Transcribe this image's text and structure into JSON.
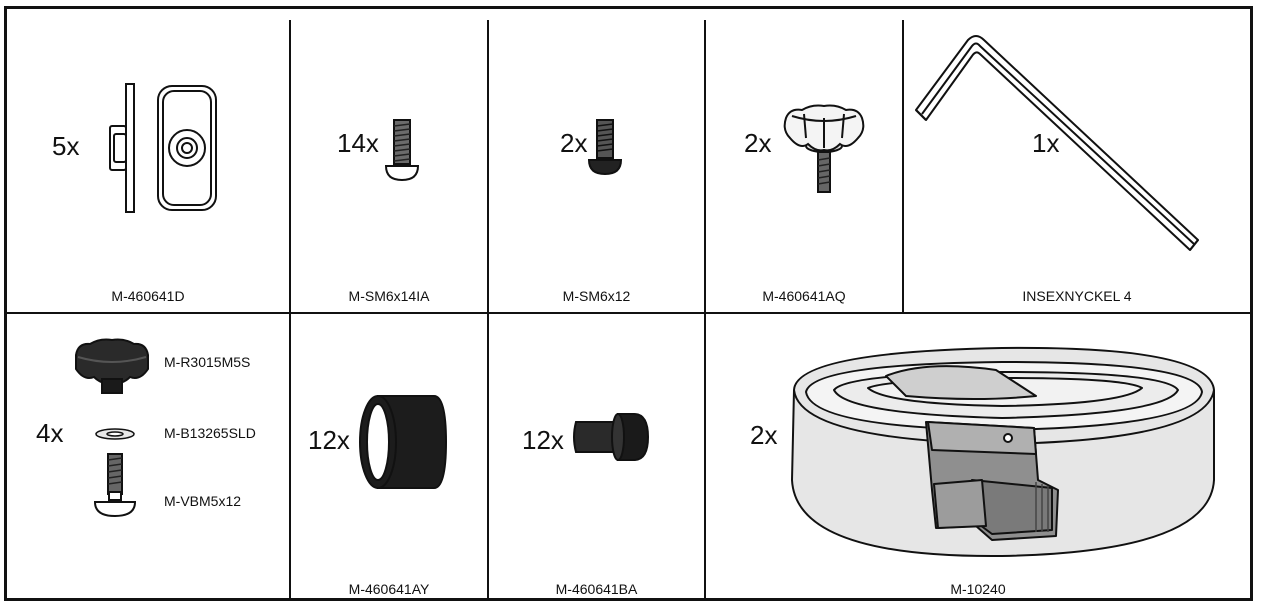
{
  "sheet": {
    "top": [
      {
        "qty": "5x",
        "code": "M-460641D",
        "icon": "t-slot-nut-plate-icon"
      },
      {
        "qty": "14x",
        "code": "M-SM6x14IA",
        "icon": "button-head-screw-icon"
      },
      {
        "qty": "2x",
        "code": "M-SM6x12",
        "icon": "button-head-screw-black-icon"
      },
      {
        "qty": "2x",
        "code": "M-460641AQ",
        "icon": "star-knob-screw-icon"
      },
      {
        "qty": "1x",
        "code": "INSEXNYCKEL 4",
        "icon": "hex-key-icon"
      }
    ],
    "bottom": [
      {
        "qty": "4x",
        "icon": "knob-washer-bolt-set-icon",
        "parts": [
          {
            "code": "M-R3015M5S",
            "icon": "star-knob-nut-icon"
          },
          {
            "code": "M-B13265SLD",
            "icon": "washer-icon"
          },
          {
            "code": "M-VBM5x12",
            "icon": "carriage-bolt-icon"
          }
        ]
      },
      {
        "qty": "12x",
        "code": "M-460641AY",
        "icon": "rubber-sleeve-icon"
      },
      {
        "qty": "12x",
        "code": "M-460641BA",
        "icon": "rubber-foot-icon"
      },
      {
        "qty": "2x",
        "code": "M-10240",
        "icon": "strap-buckle-icon"
      }
    ],
    "colors": {
      "line": "#111111",
      "dark_part": "#222222",
      "grey_part": "#9a9a9a",
      "strap": "#e6e6e6"
    }
  }
}
